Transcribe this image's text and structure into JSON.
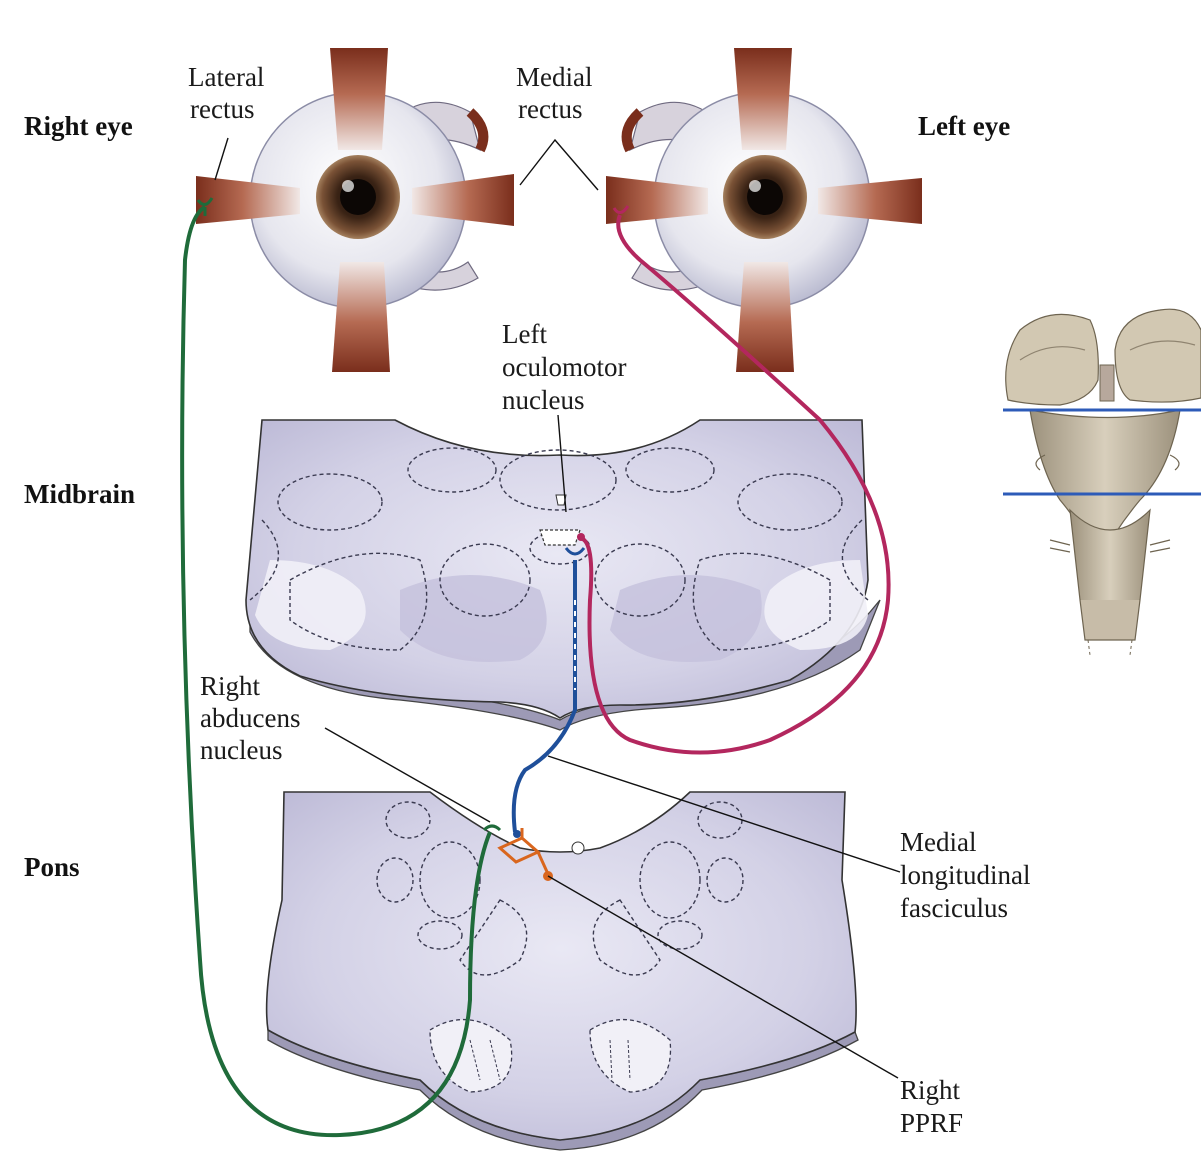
{
  "labels": {
    "right_eye": "Right eye",
    "left_eye": "Left eye",
    "lateral_rectus": [
      "Lateral",
      "rectus"
    ],
    "medial_rectus": [
      "Medial",
      "rectus"
    ],
    "left_oculomotor": [
      "Left",
      "oculomotor",
      "nucleus"
    ],
    "midbrain": "Midbrain",
    "pons": "Pons",
    "right_abducens": [
      "Right",
      "abducens",
      "nucleus"
    ],
    "mlf": [
      "Medial",
      "longitudinal",
      "fasciculus"
    ],
    "right_pprf": [
      "Right",
      "PPRF"
    ]
  },
  "colors": {
    "abducens_pathway": "#1f6b3a",
    "oculomotor_pathway": "#b3275e",
    "mlf_pathway": "#1f4f9a",
    "pprf": "#d9661e",
    "section_line": "#2d5bb8",
    "brainstem_tissue": "#c9c6e0",
    "muscle": "#8a3b26"
  }
}
